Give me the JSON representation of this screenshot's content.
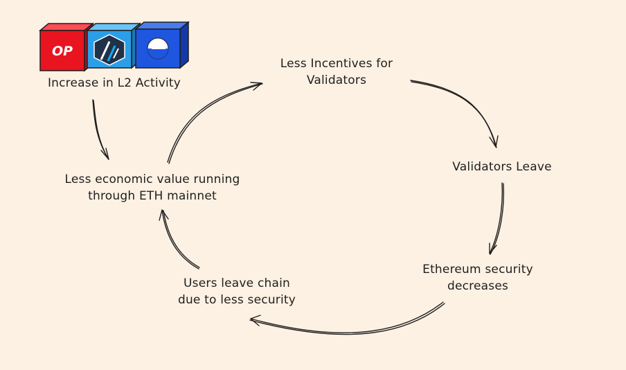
{
  "logos": [
    {
      "icon": "optimism-logo-icon",
      "text": "OP",
      "color": "#e8141f"
    },
    {
      "icon": "arbitrum-logo-icon",
      "color": "#2b9ee8"
    },
    {
      "icon": "base-logo-icon",
      "color": "#1f56e0"
    }
  ],
  "nodes": {
    "l2_activity": "Increase in L2 Activity",
    "less_incentives": "Less Incentives for\nValidators",
    "validators_leave": "Validators Leave",
    "security_decreases": "Ethereum security\ndecreases",
    "users_leave": "Users leave chain\ndue to less security",
    "less_economic_value": "Less economic value running\nthrough ETH mainnet"
  },
  "colors": {
    "background": "#fdf1e3",
    "stroke": "#1e1e1e"
  }
}
